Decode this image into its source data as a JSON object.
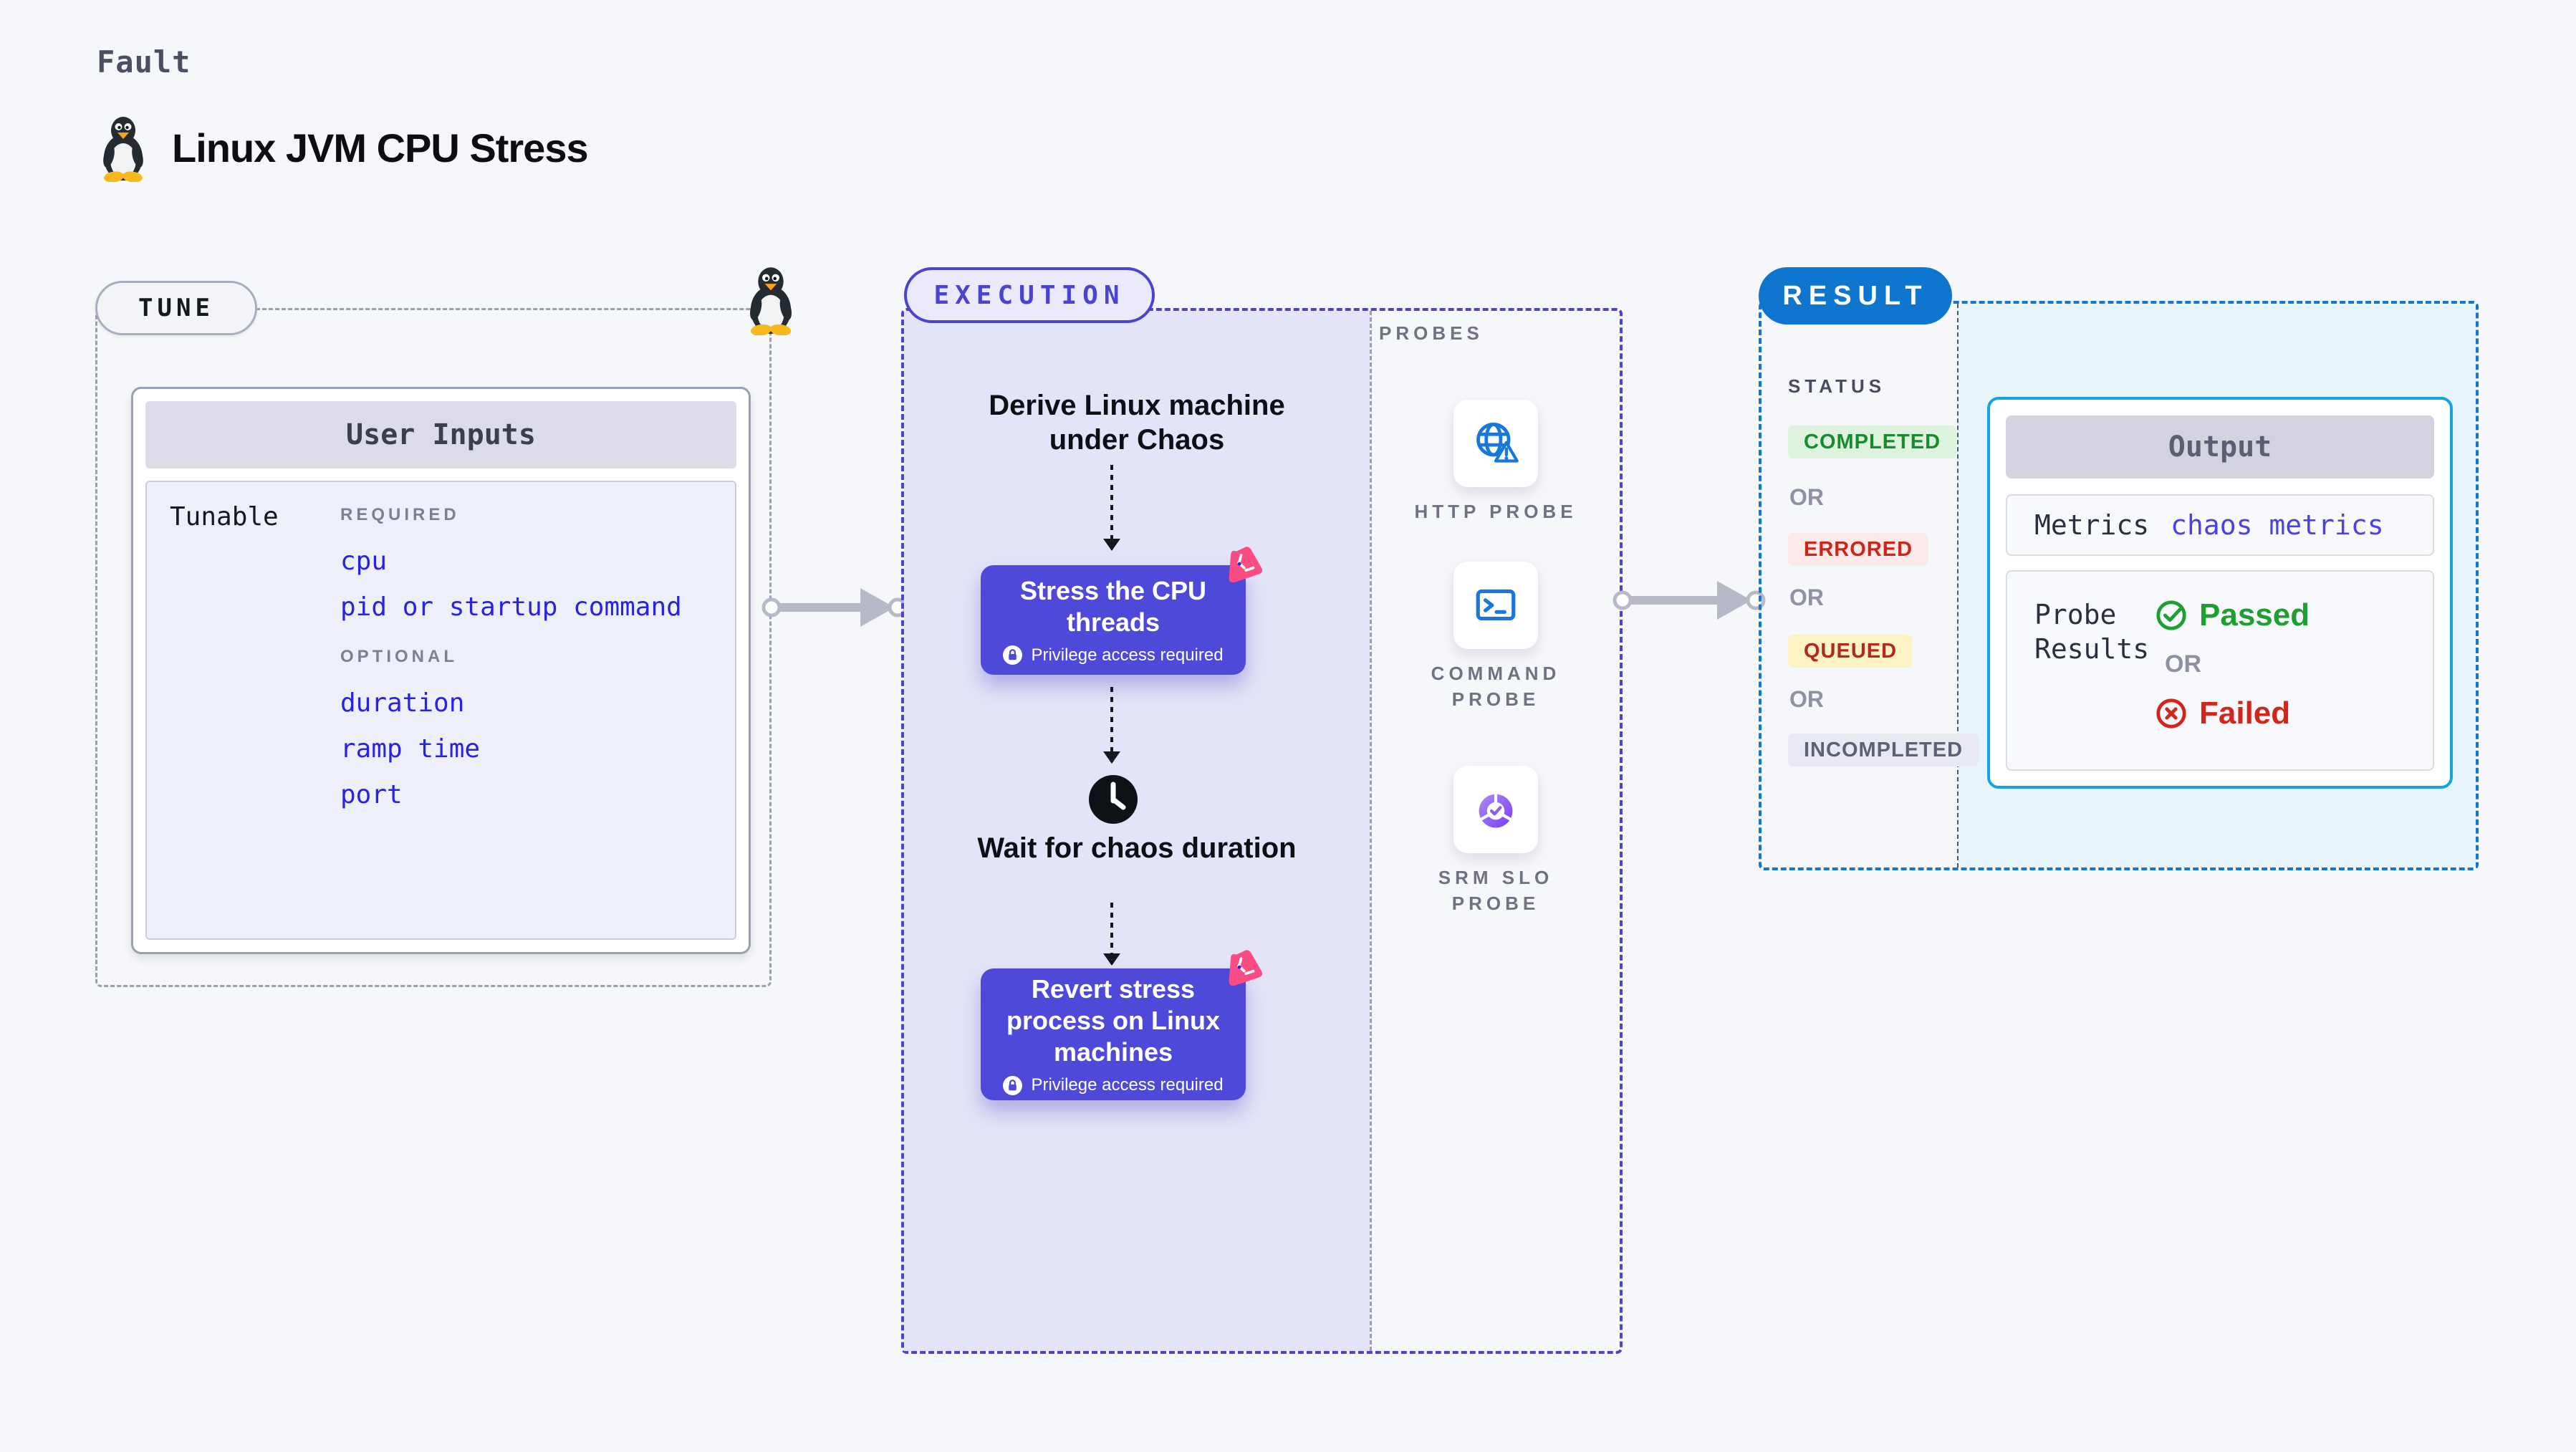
{
  "page": {
    "eyebrow": "Fault",
    "title": "Linux JVM CPU Stress"
  },
  "tune": {
    "badge": "TUNE",
    "card_title": "User Inputs",
    "row_label": "Tunable",
    "required_label": "REQUIRED",
    "required_items": [
      "cpu",
      "pid or startup command"
    ],
    "optional_label": "OPTIONAL",
    "optional_items": [
      "duration",
      "ramp time",
      "port"
    ]
  },
  "execution": {
    "badge": "EXECUTION",
    "step_derive": "Derive Linux machine under Chaos",
    "step_stress": "Stress the CPU threads",
    "step_wait": "Wait for chaos duration",
    "step_revert": "Revert stress process on Linux machines",
    "privilege_note": "Privilege access required"
  },
  "probes": {
    "label": "PROBES",
    "items": [
      {
        "label": "HTTP PROBE",
        "icon": "globe-alert-icon"
      },
      {
        "label": "COMMAND PROBE",
        "icon": "terminal-icon"
      },
      {
        "label": "SRM SLO PROBE",
        "icon": "slo-donut-check-icon"
      }
    ]
  },
  "result": {
    "badge": "RESULT",
    "status_label": "STATUS",
    "or_label": "OR",
    "statuses": [
      {
        "label": "COMPLETED",
        "fg": "#1a8a2f",
        "bg": "#ddf3de"
      },
      {
        "label": "ERRORED",
        "fg": "#cc2619",
        "bg": "#fceaea"
      },
      {
        "label": "QUEUED",
        "fg": "#b02a1e",
        "bg": "#fdf2c6"
      },
      {
        "label": "INCOMPLETED",
        "fg": "#5c6173",
        "bg": "#e9eaf1"
      }
    ],
    "output": {
      "title": "Output",
      "metrics_label": "Metrics",
      "metrics_value": "chaos metrics",
      "probe_results_label": "Probe Results",
      "passed_label": "Passed",
      "failed_label": "Failed"
    }
  },
  "colors": {
    "accent_indigo": "#4a44d1",
    "button_indigo": "#4f49d9",
    "result_blue": "#0f76d0",
    "output_border": "#14a5df",
    "link_blue": "#2823e4",
    "chaos_pink": "#fb4d83",
    "probe_icon_blue": "#1878d8",
    "passed_green": "#1f9e31",
    "failed_red": "#d1271b",
    "lavender_bg": "#e4e4f8",
    "output_bg": "#e7f5fb"
  }
}
